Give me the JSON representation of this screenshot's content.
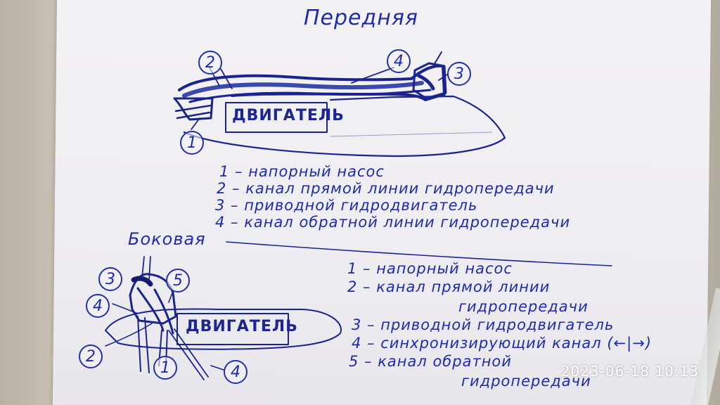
{
  "front_view": {
    "title": "Передняя",
    "engine_label": "ДВИГАТЕЛЬ",
    "callouts": [
      "1",
      "2",
      "3",
      "4"
    ],
    "legend": [
      "1 – напорный насос",
      "2 – канал прямой линии гидропередачи",
      "3 – приводной гидродвигатель",
      "4 – канал обратной линии гидропередачи"
    ]
  },
  "side_view": {
    "title": "Боковая",
    "engine_label": "ДВИГАТЕЛЬ",
    "callouts": [
      "1",
      "2",
      "3",
      "4",
      "4",
      "5"
    ],
    "legend": [
      "1 – напорный насос",
      "2 – канал прямой линии",
      "гидропередачи",
      "3 – приводной гидродвигатель",
      "4 – синхронизирующий канал (←|→)",
      "5 – канал обратной",
      "гидропередачи"
    ]
  },
  "photo_timestamp": "2023-06-18  10:13",
  "colors": {
    "ink": "#1f2ab0",
    "paper": "#f0eff3",
    "background": "#c2bcae"
  }
}
